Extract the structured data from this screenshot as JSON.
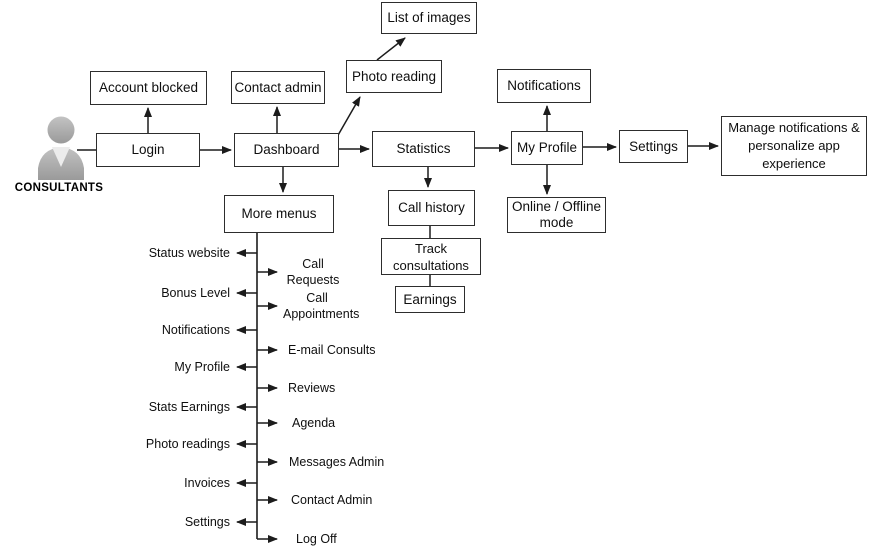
{
  "diagram": {
    "title_context": "Consultants app navigation flowchart",
    "actor_label": "CONSULTANTS",
    "nodes": {
      "account_blocked": "Account blocked",
      "contact_admin": "Contact admin",
      "list_of_images": "List of images",
      "photo_reading": "Photo reading",
      "notifications": "Notifications",
      "login": "Login",
      "dashboard": "Dashboard",
      "statistics": "Statistics",
      "my_profile": "My Profile",
      "settings": "Settings",
      "manage": "Manage notifications & personalize app experience",
      "online_offline": "Online / Offline mode",
      "more_menus": "More menus",
      "call_history": "Call history",
      "track_consultations": "Track consultations",
      "earnings": "Earnings"
    },
    "menu": {
      "left": [
        "Status website",
        "Bonus Level",
        "Notifications",
        "My Profile",
        "Stats Earnings",
        "Photo readings",
        "Invoices",
        "Settings"
      ],
      "right": [
        "Call Requests",
        "Call Appointments",
        "E-mail Consults",
        "Reviews",
        "Agenda",
        "Messages Admin",
        "Contact Admin",
        "Log Off"
      ]
    },
    "colors": {
      "background": "#ffffff",
      "box_border": "#2d2d2d",
      "line": "#1c1c1c",
      "text": "#0f0f0f",
      "actor_gray_light": "#c3c3c3",
      "actor_gray_dark": "#9a9a9a"
    }
  }
}
